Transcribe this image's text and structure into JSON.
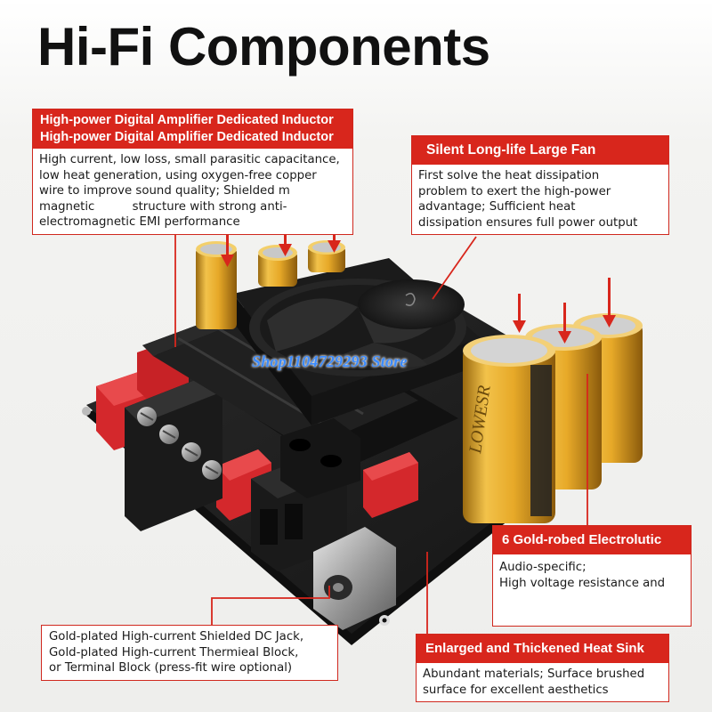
{
  "title": "Hi-Fi Components",
  "watermark": "Shop1104729293 Store",
  "callouts": {
    "inductor": {
      "header_1": "High-power Digital Amplifier Dedicated Inductor",
      "header_2": "High-power Digital Amplifier Dedicated Inductor",
      "lines": [
        "High current, low loss, small parasitic capacitance,",
        "low heat generation, using oxygen-free copper",
        "wire to improve sound quality; Shielded m",
        "magnetic          structure with strong anti-",
        "electromagnetic EMI performance"
      ]
    },
    "fan": {
      "header": "Silent Long-life Large Fan",
      "lines": [
        "First solve the heat dissipation",
        "problem to exert the high-power",
        "advantage; Sufficient heat",
        "dissipation ensures full power output"
      ]
    },
    "capacitor": {
      "header": "6 Gold-robed Electrolutic",
      "lines": [
        "Audio-specific;",
        "High voltage resistance and"
      ]
    },
    "dcjack": {
      "lines": [
        "Gold-plated High-current Shielded DC Jack,",
        "Gold-plated High-current Thermieal Block,",
        "or Terminal Block (press-fit wire optional)"
      ]
    },
    "heatsink": {
      "header": "Enlarged and Thickened Heat Sink",
      "lines": [
        "Abundant materials; Surface brushed",
        "surface for excellent aesthetics"
      ]
    }
  },
  "colors": {
    "accent_red": "#d8261c",
    "capacitor_gold": "#e3a52a",
    "pcb_black": "#1c1c1c",
    "watermark_blue": "#3b8bff"
  }
}
